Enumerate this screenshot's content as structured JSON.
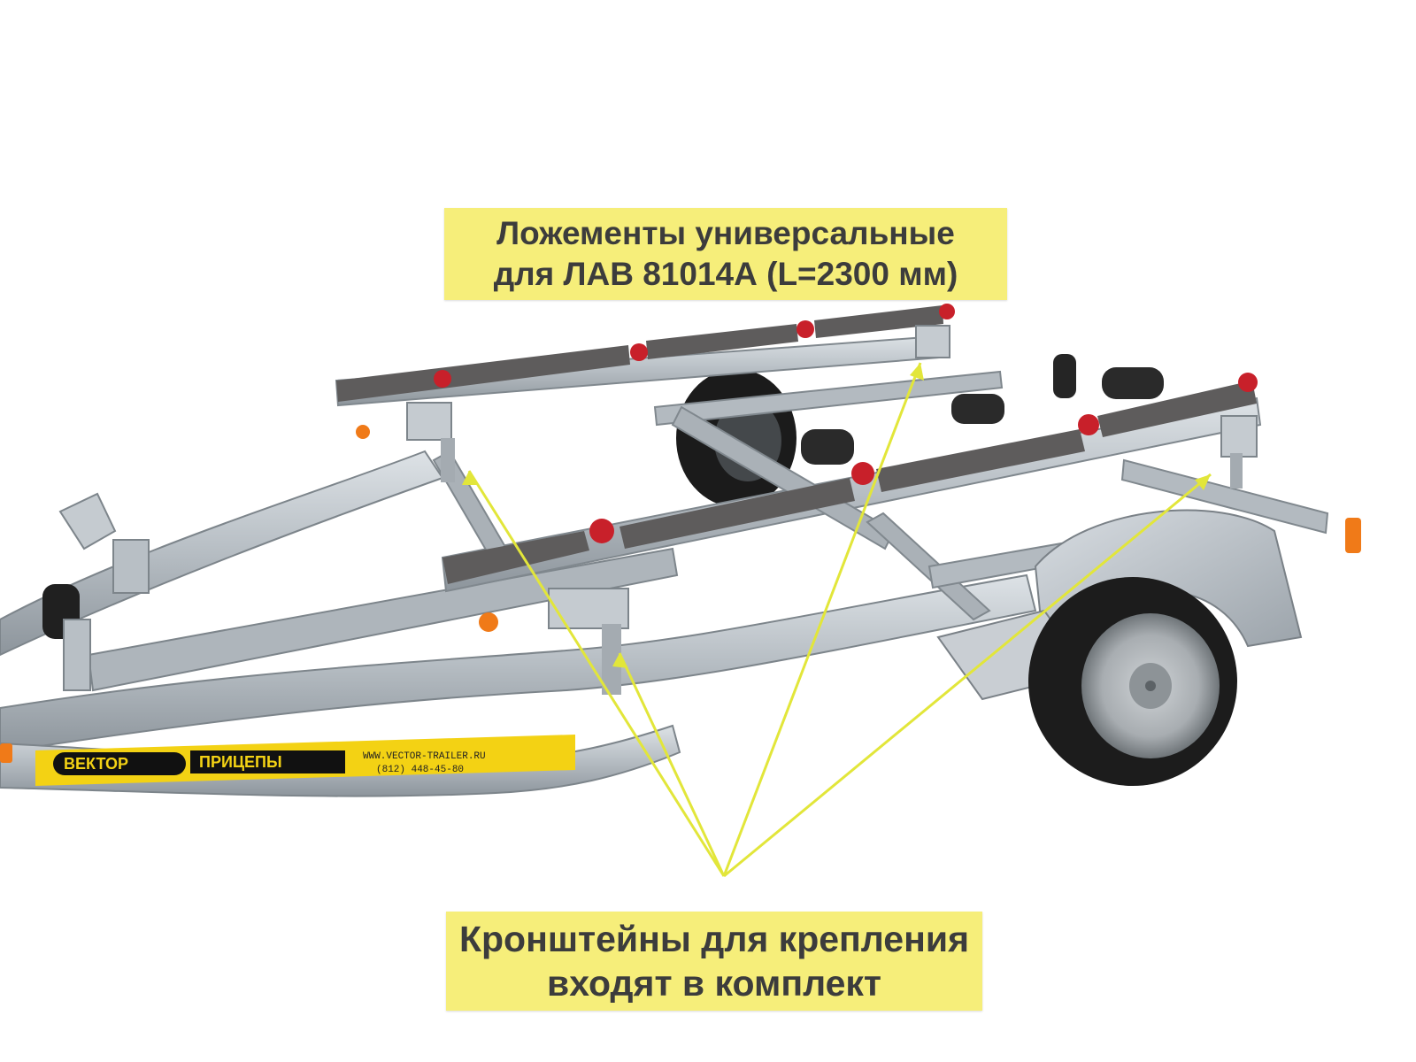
{
  "callouts": {
    "top": {
      "line1": "Ложементы универсальные",
      "line2": "для ЛАВ 81014А (L=2300 мм)"
    },
    "bottom": {
      "line1": "Кронштейны для крепления",
      "line2": "входят в комплект"
    }
  },
  "decal": {
    "brand_left": "ВЕКТОР",
    "brand_right": "ПРИЦЕПЫ",
    "website": "WWW.VECTOR-TRAILER.RU",
    "phone": "(812) 448-45-80"
  },
  "colors": {
    "callout_bg": "#f6ee7a",
    "arrow": "#e2e63a",
    "steel": "#b9c0c6",
    "carpet": "#5e5c5c",
    "roller": "#c8202a",
    "decal_bg": "#f3d214",
    "tire": "#1c1c1c"
  }
}
